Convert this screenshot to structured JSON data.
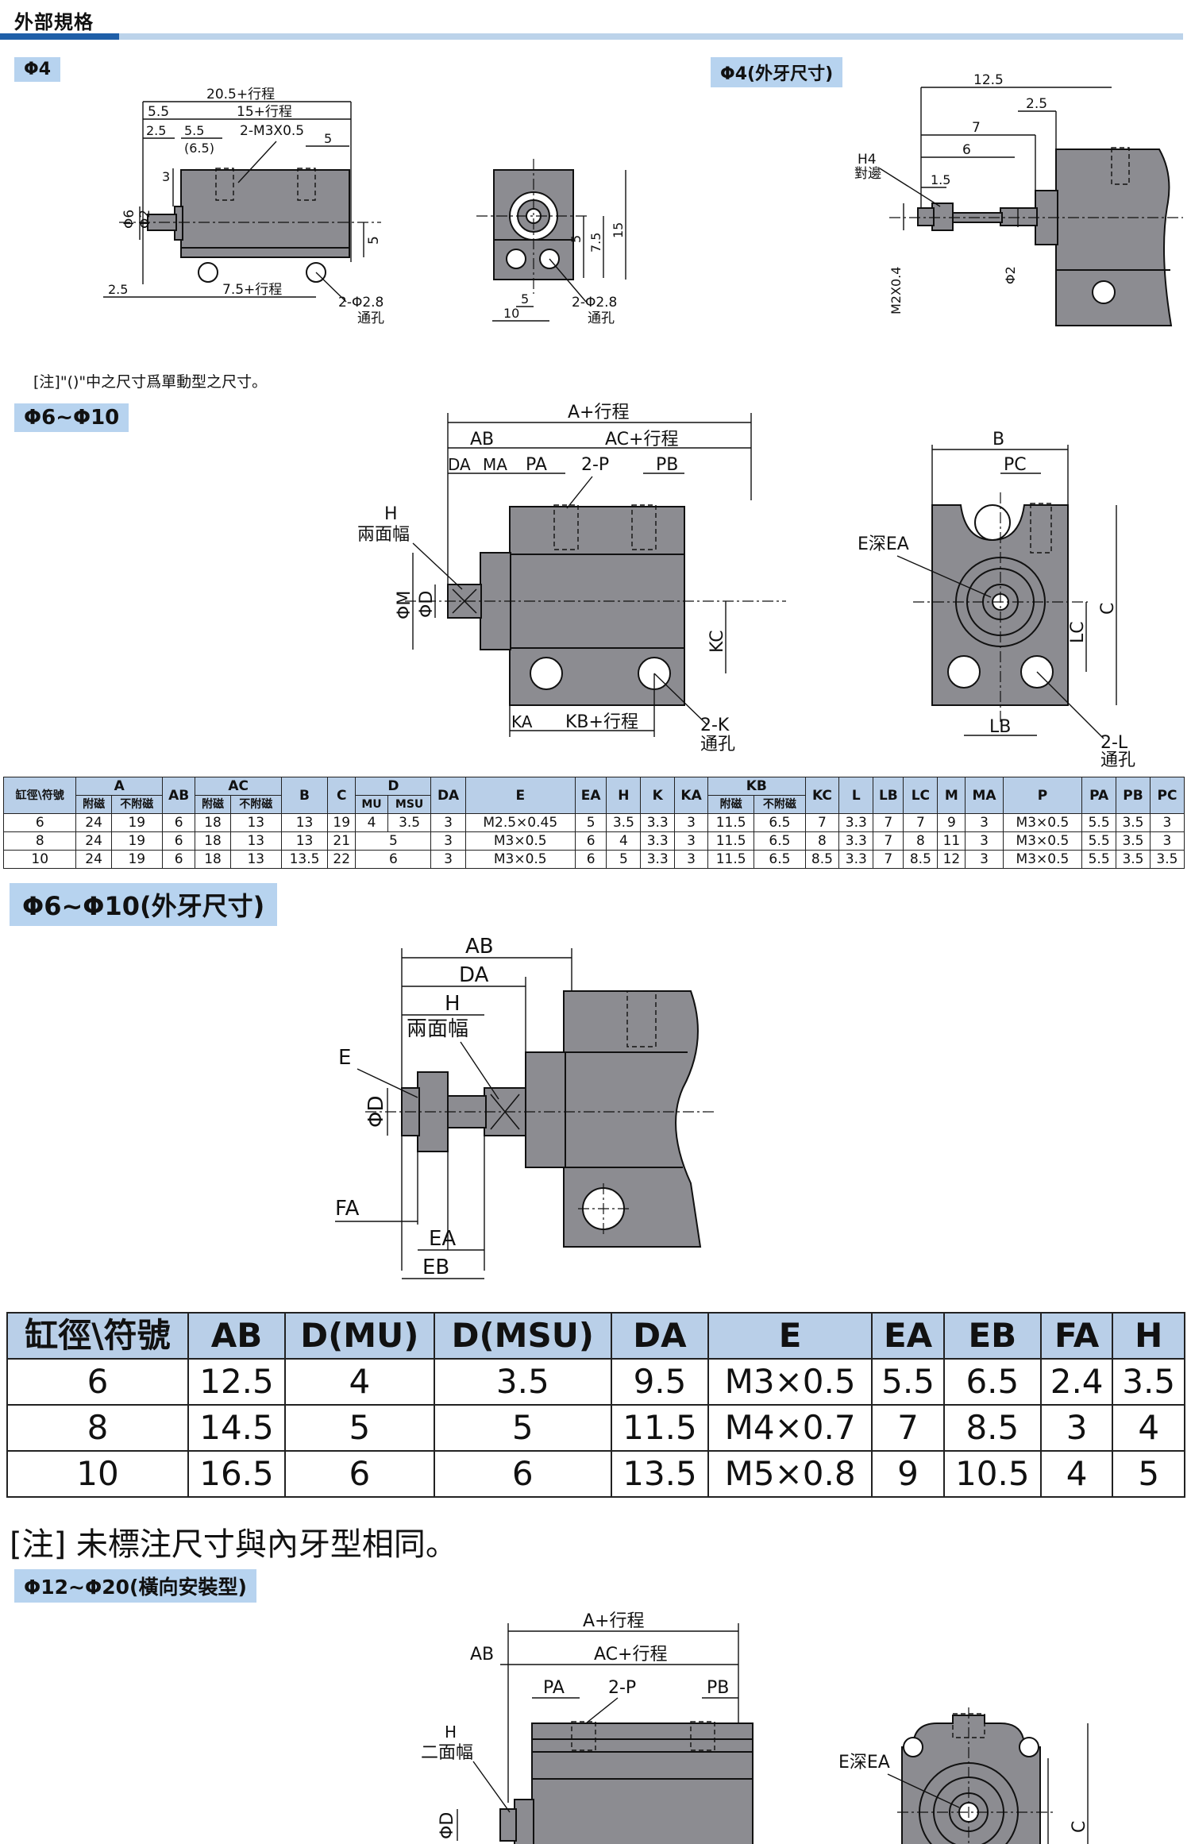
{
  "header": {
    "title": "外部規格"
  },
  "sections": {
    "phi4": "Φ4",
    "phi4_ext": "Φ4(外牙尺寸)",
    "phi6_10": "Φ6~Φ10",
    "phi6_10_ext": "Φ6~Φ10(外牙尺寸)",
    "phi12_20": "Φ12~Φ20(橫向安裝型)"
  },
  "notes": {
    "note1": "[注]\"()\"中之尺寸爲單動型之尺寸。",
    "note2": "[注] 未標注尺寸與內牙型相同。"
  },
  "diagram_labels": {
    "d1": {
      "l_20_5": "20.5+行程",
      "l_5_5a": "5.5",
      "l_15": "15+行程",
      "l_2_5": "2.5",
      "l_5_5b": "5.5",
      "l_6_5": "(6.5)",
      "l_m3": "2-M3X0.5",
      "l_5": "5",
      "l_3": "3",
      "l_phi6": "Φ6",
      "l_phi2": "Φ2",
      "l_5v": "5",
      "l_2_5b": "2.5",
      "l_7_5": "7.5+行程",
      "l_hole": "2-Φ2.8",
      "l_through": "通孔"
    },
    "d2": {
      "l_5": "5",
      "l_10": "10",
      "l_5v": "5",
      "l_7_5": "7.5",
      "l_15": "15",
      "l_hole": "2-Φ2.8",
      "l_through": "通孔"
    },
    "d3": {
      "l_12_5": "12.5",
      "l_2_5": "2.5",
      "l_7": "7",
      "l_6": "6",
      "l_1_5": "1.5",
      "l_h4": "H4",
      "l_side": "對邊",
      "l_m2": "M2X0.4",
      "l_phi2": "Φ2"
    },
    "d4": {
      "l_a": "A+行程",
      "l_ab": "AB",
      "l_ac": "AC+行程",
      "l_da": "DA",
      "l_ma": "MA",
      "l_pa": "PA",
      "l_2p": "2-P",
      "l_pb": "PB",
      "l_h": "H",
      "l_width": "兩面幅",
      "l_phim": "ΦM",
      "l_phid": "ΦD",
      "l_kc": "KC",
      "l_ka": "KA",
      "l_kb": "KB+行程",
      "l_2k": "2-K",
      "l_through": "通孔"
    },
    "d5": {
      "l_b": "B",
      "l_pc": "PC",
      "l_eea": "E深EA",
      "l_lc": "LC",
      "l_c": "C",
      "l_lb": "LB",
      "l_2l": "2-L",
      "l_through": "通孔"
    },
    "d6": {
      "l_ab": "AB",
      "l_da": "DA",
      "l_h": "H",
      "l_width": "兩面幅",
      "l_e": "E",
      "l_phid": "ΦD",
      "l_fa": "FA",
      "l_ea": "EA",
      "l_eb": "EB"
    },
    "d7": {
      "l_a": "A+行程",
      "l_ab": "AB",
      "l_ac": "AC+行程",
      "l_pa": "PA",
      "l_2p": "2-P",
      "l_pb": "PB",
      "l_h": "H",
      "l_width": "二面幅",
      "l_phid": "ΦD"
    },
    "d8": {
      "l_eea": "E深EA",
      "l_c": "C"
    }
  },
  "table1": {
    "h_bore": "缸徑\\符號",
    "h_a": "A",
    "h_ab": "AB",
    "h_ac": "AC",
    "h_b": "B",
    "h_c": "C",
    "h_d": "D",
    "h_da": "DA",
    "h_e": "E",
    "h_ea": "EA",
    "h_h": "H",
    "h_k": "K",
    "h_ka": "KA",
    "h_kb": "KB",
    "h_kc": "KC",
    "h_l": "L",
    "h_lb": "LB",
    "h_lc": "LC",
    "h_m": "M",
    "h_ma": "MA",
    "h_p": "P",
    "h_pa": "PA",
    "h_pb": "PB",
    "h_pc": "PC",
    "h_mag": "附磁",
    "h_nomag": "不附磁",
    "h_mu": "MU",
    "h_msu": "MSU",
    "rows": [
      [
        "6",
        "24",
        "19",
        "6",
        "18",
        "13",
        "13",
        "19",
        "4",
        "3.5",
        "3",
        "M2.5×0.45",
        "5",
        "3.5",
        "3.3",
        "3",
        "11.5",
        "6.5",
        "7",
        "3.3",
        "7",
        "7",
        "9",
        "3",
        "M3×0.5",
        "5.5",
        "3.5",
        "3"
      ],
      [
        "8",
        "24",
        "19",
        "6",
        "18",
        "13",
        "13",
        "21",
        "5",
        "3",
        "M3×0.5",
        "6",
        "4",
        "3.3",
        "3",
        "11.5",
        "6.5",
        "8",
        "3.3",
        "7",
        "8",
        "11",
        "3",
        "M3×0.5",
        "5.5",
        "3.5",
        "3"
      ],
      [
        "10",
        "24",
        "19",
        "6",
        "18",
        "13",
        "13.5",
        "22",
        "6",
        "3",
        "M3×0.5",
        "6",
        "5",
        "3.3",
        "3",
        "11.5",
        "6.5",
        "8.5",
        "3.3",
        "7",
        "8.5",
        "12",
        "3",
        "M3×0.5",
        "5.5",
        "3.5",
        "3.5"
      ]
    ]
  },
  "table2": {
    "headers": [
      "缸徑\\符號",
      "AB",
      "D(MU)",
      "D(MSU)",
      "DA",
      "E",
      "EA",
      "EB",
      "FA",
      "H"
    ],
    "rows": [
      [
        "6",
        "12.5",
        "4",
        "3.5",
        "9.5",
        "M3×0.5",
        "5.5",
        "6.5",
        "2.4",
        "3.5"
      ],
      [
        "8",
        "14.5",
        "5",
        "5",
        "11.5",
        "M4×0.7",
        "7",
        "8.5",
        "3",
        "4"
      ],
      [
        "10",
        "16.5",
        "6",
        "6",
        "13.5",
        "M5×0.8",
        "9",
        "10.5",
        "4",
        "5"
      ]
    ]
  }
}
